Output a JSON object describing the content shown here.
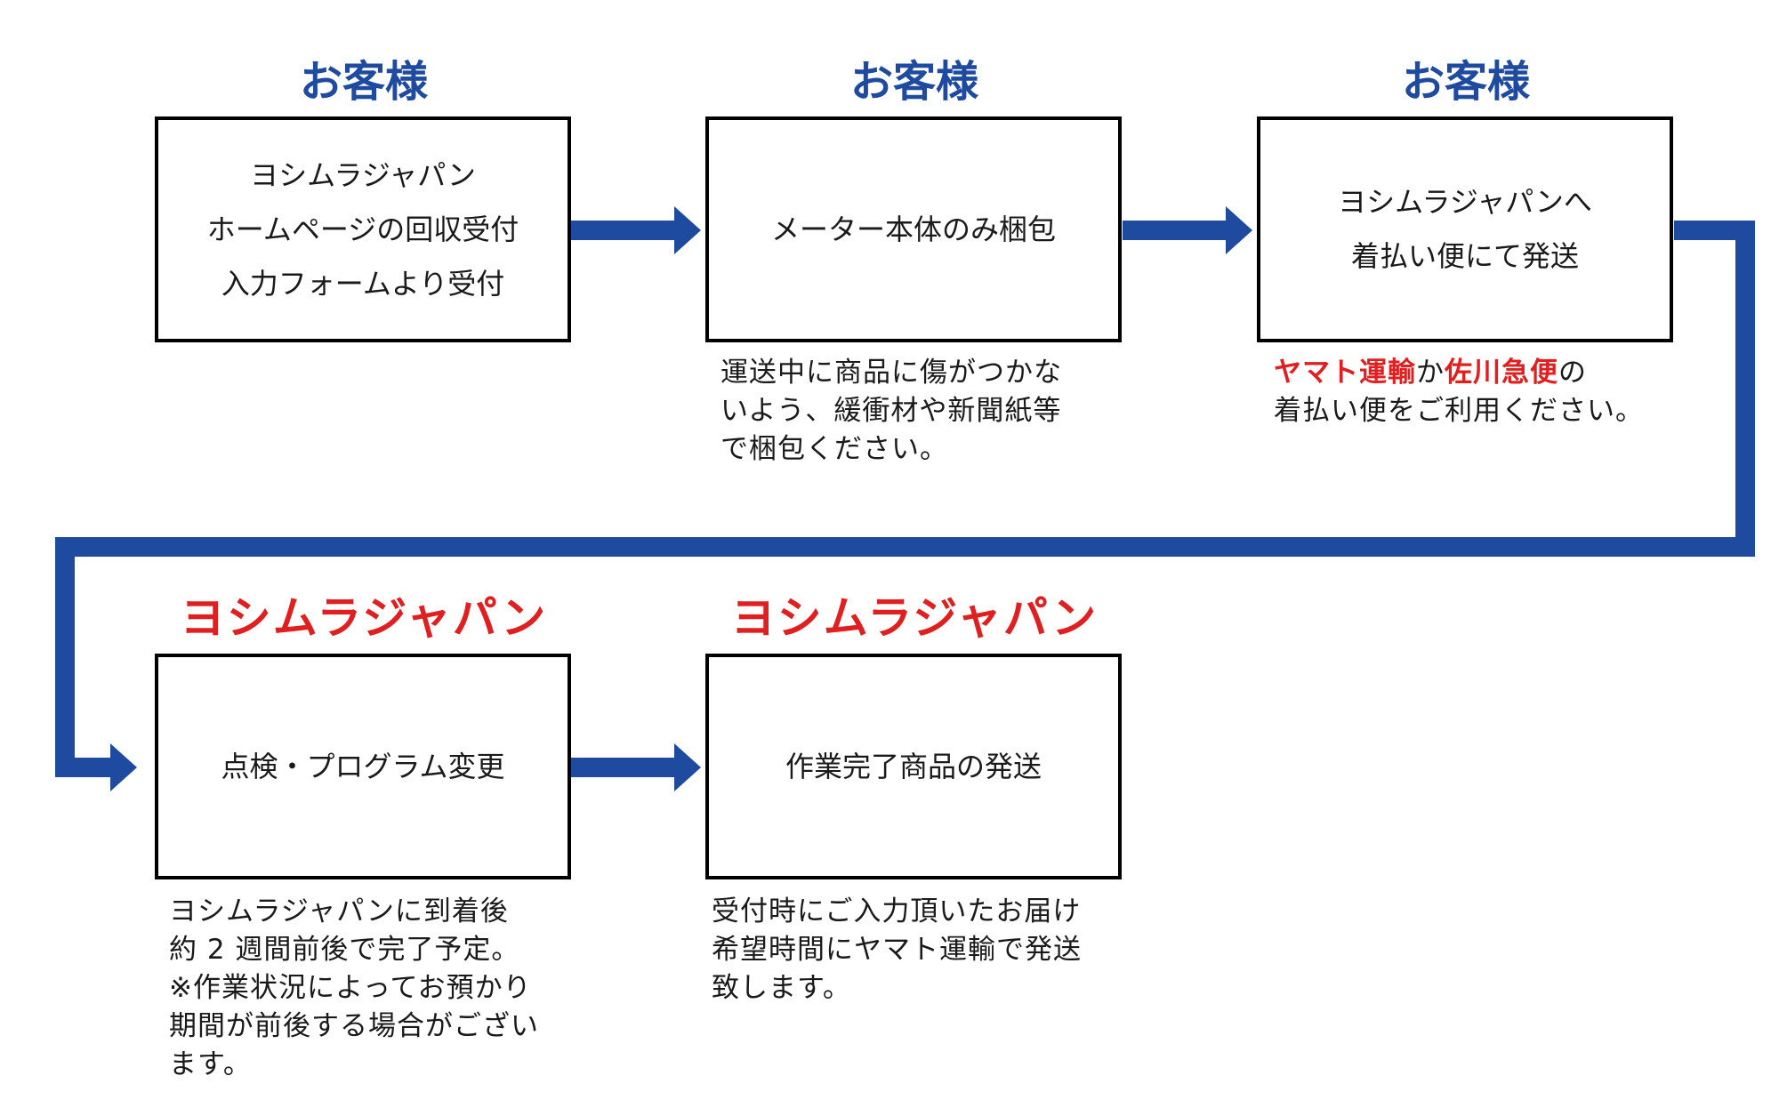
{
  "colors": {
    "customer": "#1e4aa0",
    "company": "#e02020",
    "arrow": "#1e4aa0",
    "box_border": "#000000"
  },
  "top_row": {
    "step1": {
      "actor": "お客様",
      "lines": [
        "ヨシムラジャパン",
        "ホームページの回収受付",
        "入力フォームより受付"
      ]
    },
    "step2": {
      "actor": "お客様",
      "lines": [
        "メーター本体のみ梱包"
      ],
      "note": [
        "運送中に商品に傷がつかな",
        "いよう、緩衝材や新聞紙等",
        "で梱包ください。"
      ]
    },
    "step3": {
      "actor": "お客様",
      "lines": [
        "ヨシムラジャパンへ",
        "着払い便にて発送"
      ],
      "note": {
        "carrier1": "ヤマト運輸",
        "conj": "か",
        "carrier2": "佐川急便",
        "particle": "の",
        "line2": "着払い便をご利用ください。"
      }
    }
  },
  "bottom_row": {
    "step4": {
      "actor": "ヨシムラジャパン",
      "lines": [
        "点検・プログラム変更"
      ],
      "note": [
        "ヨシムラジャパンに到着後",
        "約 2 週間前後で完了予定。",
        "※作業状況によってお預かり",
        "期間が前後する場合がござい",
        "ます。"
      ]
    },
    "step5": {
      "actor": "ヨシムラジャパン",
      "lines": [
        "作業完了商品の発送"
      ],
      "note": [
        "受付時にご入力頂いたお届け",
        "希望時間にヤマト運輸で発送",
        "致します。"
      ]
    }
  }
}
